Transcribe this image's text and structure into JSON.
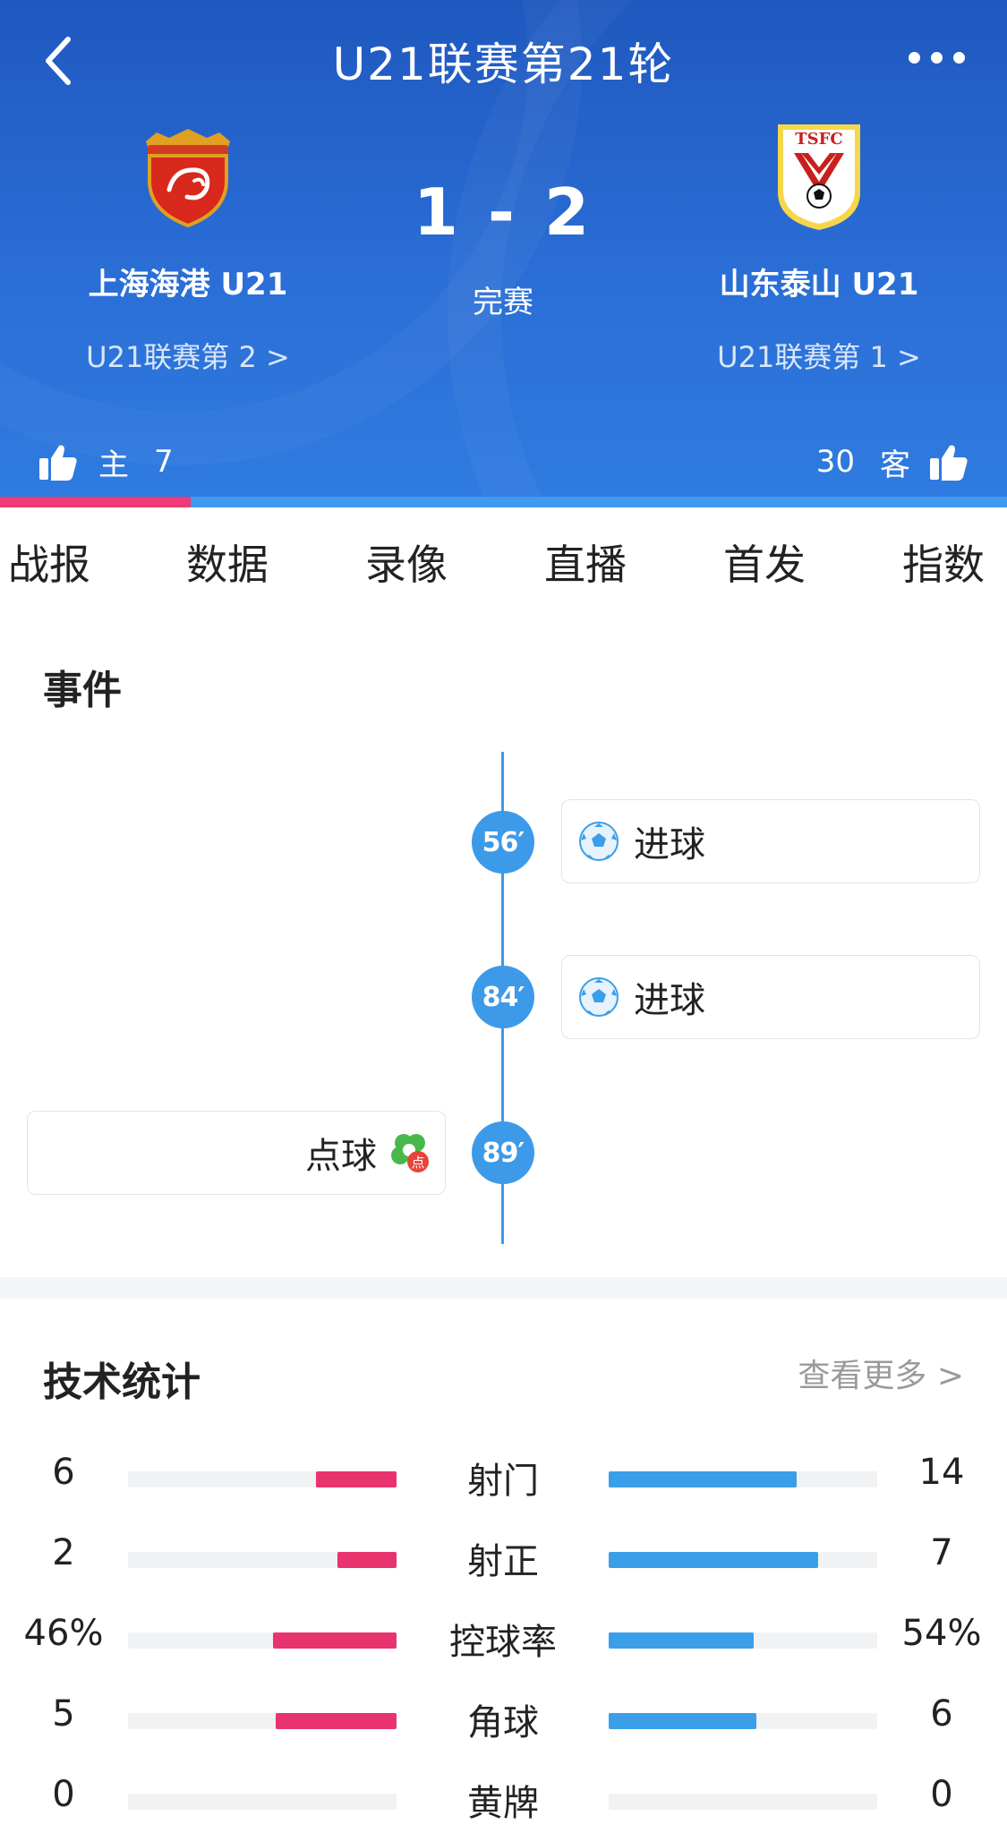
{
  "header": {
    "title": "U21联赛第21轮",
    "status": "完赛",
    "score": "1 - 2",
    "home": {
      "name": "上海海港 U21",
      "rank": "U21联赛第 2 >"
    },
    "away": {
      "name": "山东泰山 U21",
      "rank": "U21联赛第 1 >"
    },
    "away_crest_text": "TSFC",
    "colors": {
      "header_bg": "#2a6ed6",
      "home": "#ef3a78",
      "away": "#3d9cf0"
    }
  },
  "votes": {
    "home_label": "主",
    "home_count": 7,
    "away_label": "客",
    "away_count": 30
  },
  "tabs": [
    "战报",
    "数据",
    "录像",
    "直播",
    "首发",
    "指数"
  ],
  "events": {
    "title": "事件",
    "items": [
      {
        "minute": "56′",
        "side": "away",
        "label": "进球",
        "icon": "football-icon"
      },
      {
        "minute": "84′",
        "side": "away",
        "label": "进球",
        "icon": "football-icon"
      },
      {
        "minute": "89′",
        "side": "home",
        "label": "点球",
        "icon": "penalty-icon",
        "badge": "点"
      }
    ]
  },
  "stats": {
    "title": "技术统计",
    "more": "查看更多 >",
    "rows": [
      {
        "label": "射门",
        "home": "6",
        "away": "14",
        "home_fill": 0.3,
        "away_fill": 0.7
      },
      {
        "label": "射正",
        "home": "2",
        "away": "7",
        "home_fill": 0.22,
        "away_fill": 0.78
      },
      {
        "label": "控球率",
        "home": "46%",
        "away": "54%",
        "home_fill": 0.46,
        "away_fill": 0.54
      },
      {
        "label": "角球",
        "home": "5",
        "away": "6",
        "home_fill": 0.45,
        "away_fill": 0.55
      },
      {
        "label": "黄牌",
        "home": "0",
        "away": "0",
        "home_fill": 0,
        "away_fill": 0
      }
    ]
  }
}
